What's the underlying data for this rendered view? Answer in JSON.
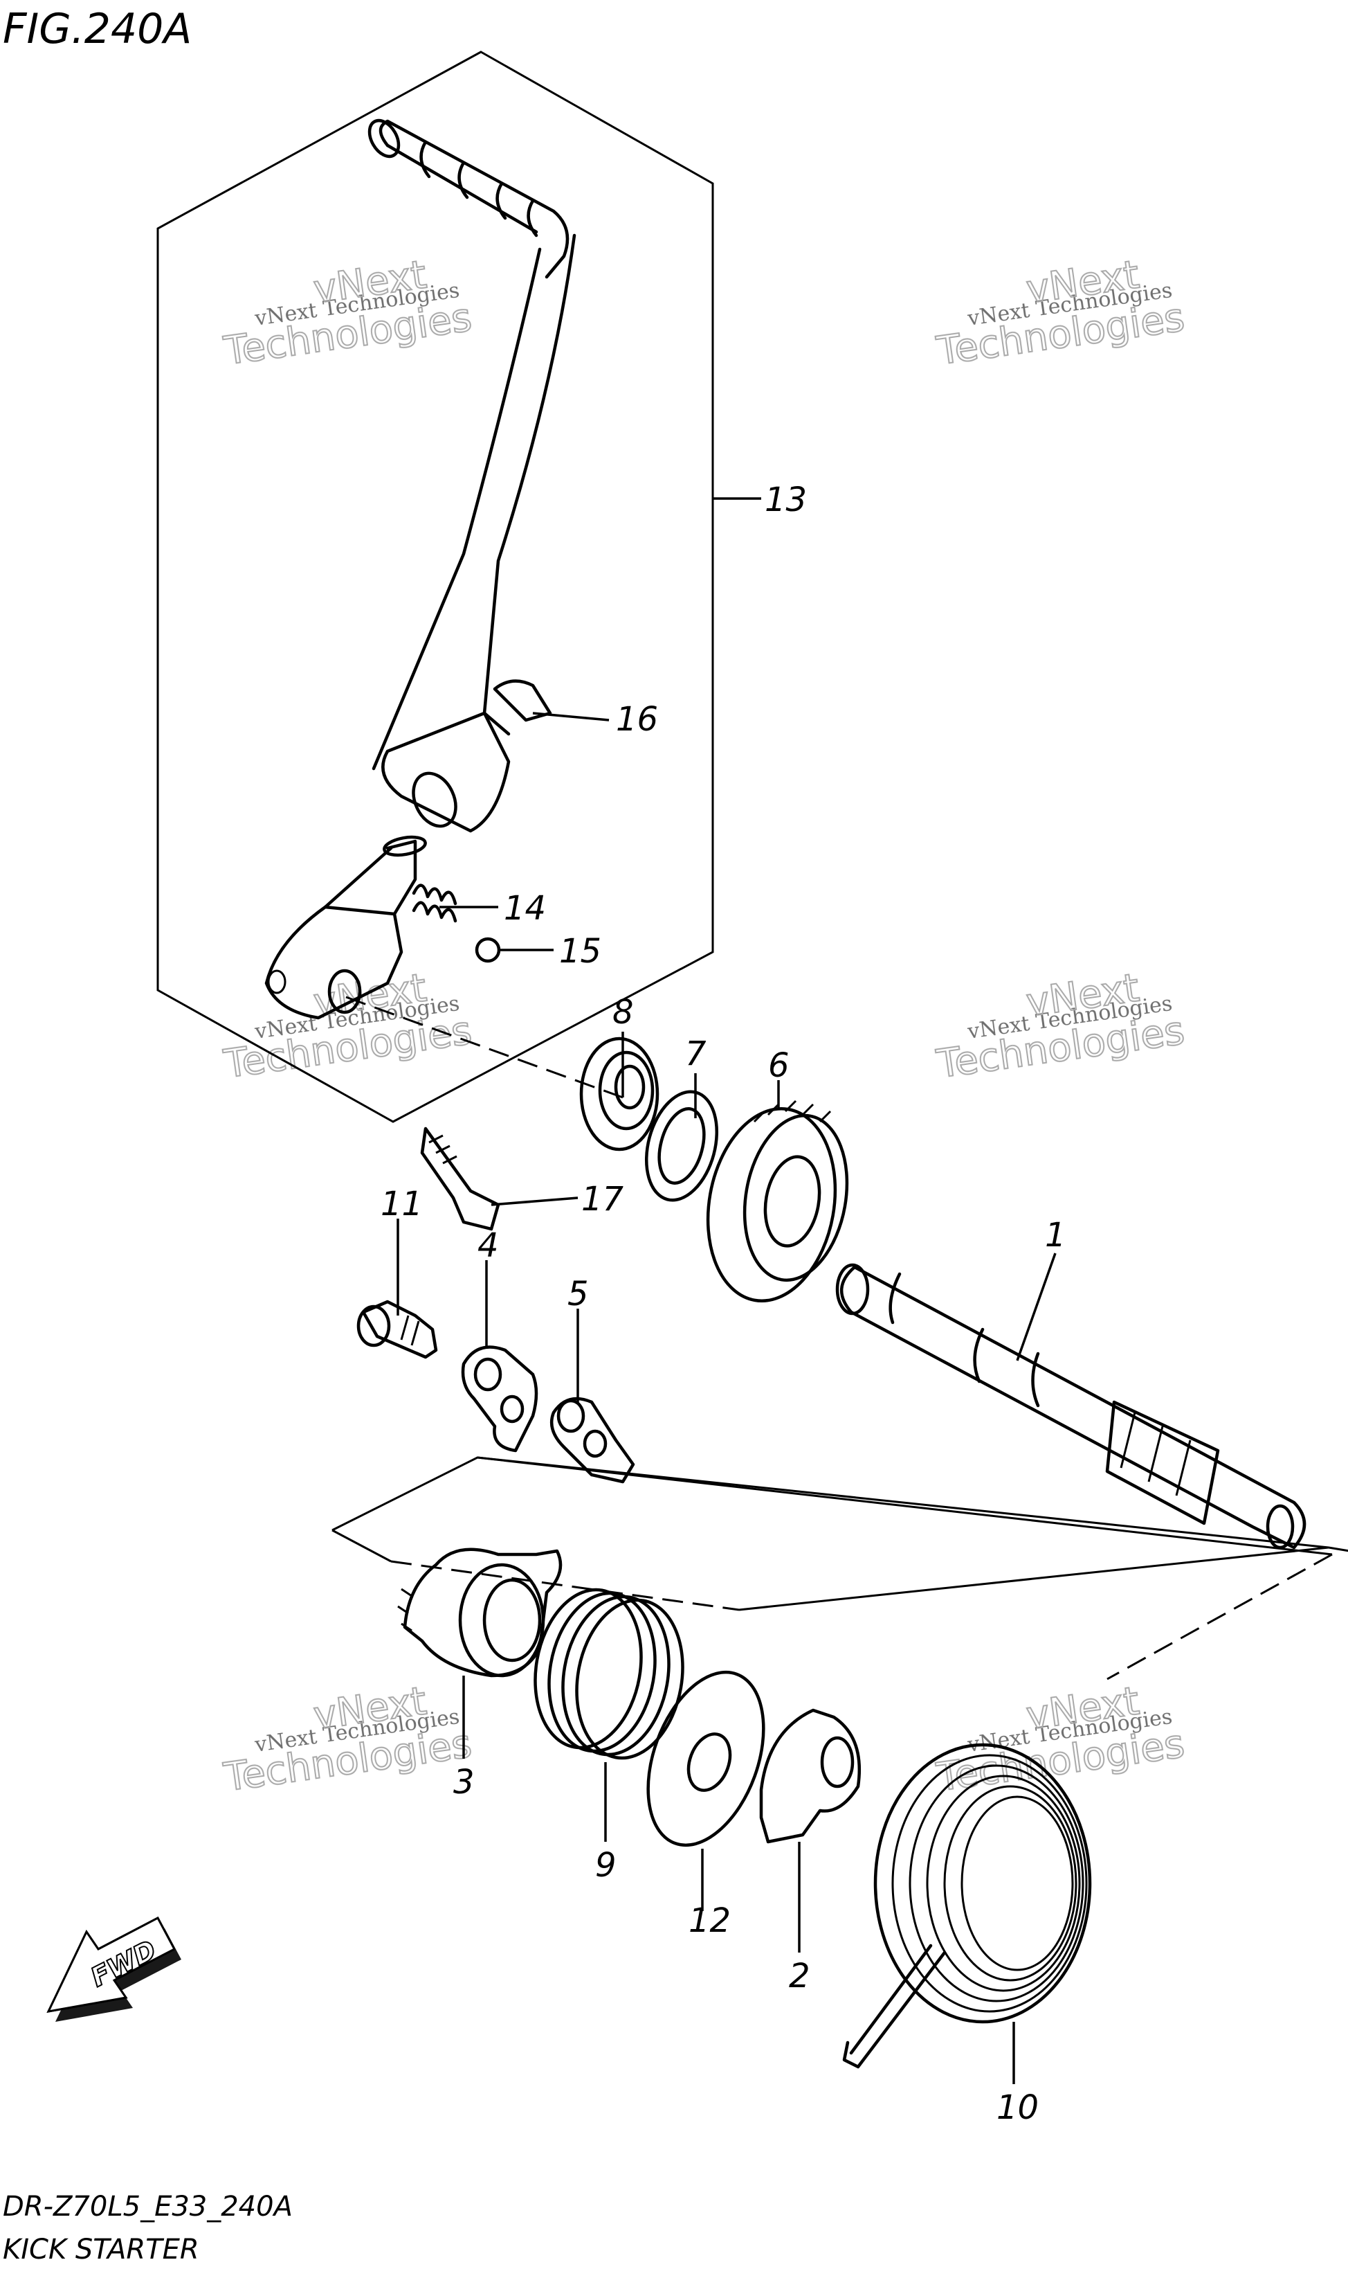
{
  "figure": {
    "title": "FIG.240A",
    "code": "DR-Z70L5_E33_240A",
    "caption": "KICK STARTER"
  },
  "direction_indicator": {
    "label": "FWD"
  },
  "watermark": {
    "line1": "vNext Technologies",
    "line2_a": "vNext",
    "line2_b": "Technologies"
  },
  "callouts": [
    {
      "id": "1",
      "label": "1"
    },
    {
      "id": "2",
      "label": "2"
    },
    {
      "id": "3",
      "label": "3"
    },
    {
      "id": "4",
      "label": "4"
    },
    {
      "id": "5",
      "label": "5"
    },
    {
      "id": "6",
      "label": "6"
    },
    {
      "id": "7",
      "label": "7"
    },
    {
      "id": "8",
      "label": "8"
    },
    {
      "id": "9",
      "label": "9"
    },
    {
      "id": "10",
      "label": "10"
    },
    {
      "id": "11",
      "label": "11"
    },
    {
      "id": "12",
      "label": "12"
    },
    {
      "id": "13",
      "label": "13"
    },
    {
      "id": "14",
      "label": "14"
    },
    {
      "id": "15",
      "label": "15"
    },
    {
      "id": "16",
      "label": "16"
    },
    {
      "id": "17",
      "label": "17"
    }
  ]
}
